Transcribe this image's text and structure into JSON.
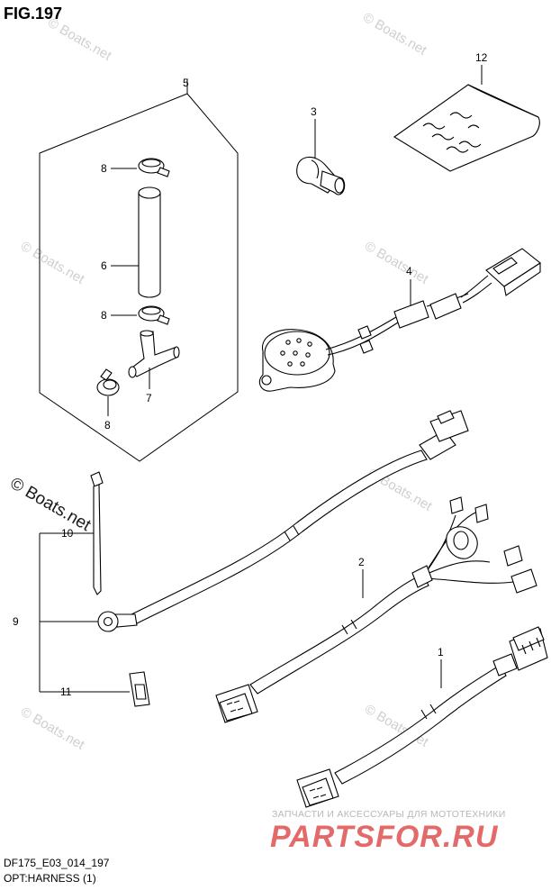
{
  "figure": {
    "title": "FIG.197"
  },
  "footer": {
    "model_code": "DF175_E03_014_197",
    "caption": "OPT:HARNESS (1)"
  },
  "watermarks": [
    "© Boats.net",
    "© Boats.net",
    "© Boats.net",
    "© Boats.net",
    "© Boats.net",
    "© Boats.net",
    "© Boats.net",
    "© Boats.net"
  ],
  "watermark_main": "© Boats.net",
  "shop_banner": {
    "tagline": "ЗАПЧАСТИ И АКСЕССУАРЫ ДЛЯ МОТОТЕХНИКИ",
    "brand": "PARTSFOR.RU"
  },
  "callouts": {
    "c1": "1",
    "c2": "2",
    "c3": "3",
    "c4": "4",
    "c5": "5",
    "c6": "6",
    "c7": "7",
    "c8a": "8",
    "c8b": "8",
    "c8c": "8",
    "c9": "9",
    "c10": "10",
    "c11": "11",
    "c12": "12"
  }
}
